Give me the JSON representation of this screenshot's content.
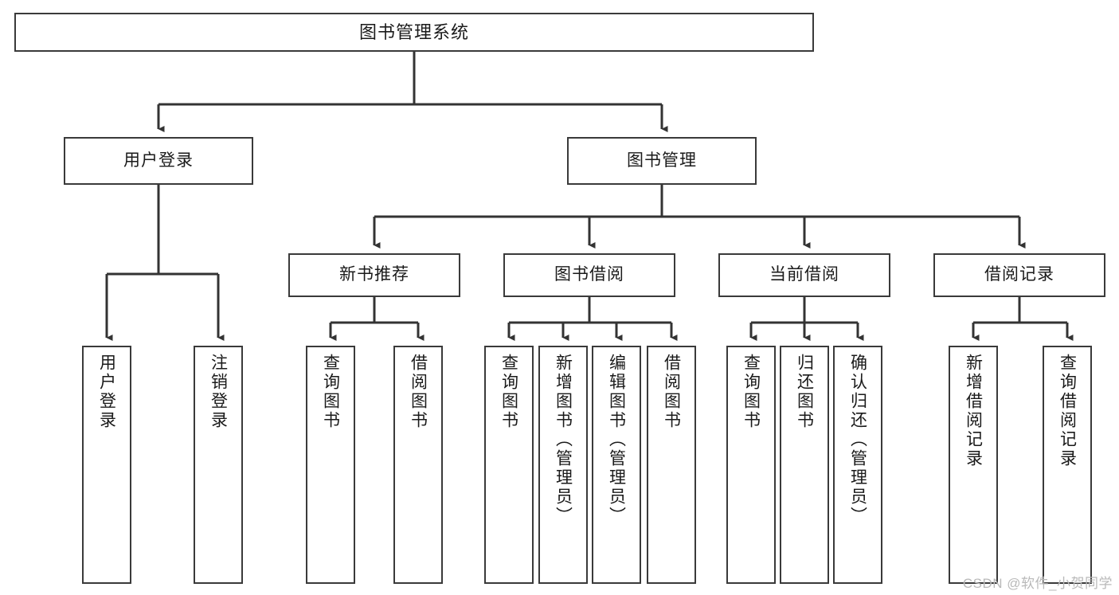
{
  "diagram": {
    "title": "图书管理系统",
    "type": "tree",
    "watermark": "CSDN @软件_小贺同学",
    "colors": {
      "box_border": "#3a3a3a",
      "box_fill": "#ffffff",
      "connector": "#333333",
      "text": "#1a1a1a",
      "watermark": "#b9b9b9"
    },
    "nodes": {
      "root": {
        "label": "图书管理系统"
      },
      "level2": [
        {
          "id": "user-login",
          "label": "用户登录"
        },
        {
          "id": "book-management",
          "label": "图书管理"
        }
      ],
      "level3": [
        {
          "id": "new-book-recommend",
          "label": "新书推荐"
        },
        {
          "id": "book-borrow",
          "label": "图书借阅"
        },
        {
          "id": "current-borrow",
          "label": "当前借阅"
        },
        {
          "id": "borrow-record",
          "label": "借阅记录"
        }
      ],
      "leaves": {
        "user_login": [
          {
            "id": "leaf-user-login",
            "label": "用户登录"
          },
          {
            "id": "leaf-user-logout",
            "label": "注销登录"
          }
        ],
        "new_book_recommend": [
          {
            "id": "leaf-query-book-1",
            "label": "查询图书"
          },
          {
            "id": "leaf-borrow-book-1",
            "label": "借阅图书"
          }
        ],
        "book_borrow": [
          {
            "id": "leaf-query-book-2",
            "label": "查询图书"
          },
          {
            "id": "leaf-add-book",
            "label": "新增图书（管理员）"
          },
          {
            "id": "leaf-edit-book",
            "label": "编辑图书（管理员）"
          },
          {
            "id": "leaf-borrow-book-2",
            "label": "借阅图书"
          }
        ],
        "current_borrow": [
          {
            "id": "leaf-query-book-3",
            "label": "查询图书"
          },
          {
            "id": "leaf-return-book",
            "label": "归还图书"
          },
          {
            "id": "leaf-confirm-return",
            "label": "确认归还（管理员）"
          }
        ],
        "borrow_record": [
          {
            "id": "leaf-add-record",
            "label": "新增借阅记录"
          },
          {
            "id": "leaf-query-record",
            "label": "查询借阅记录"
          }
        ]
      }
    }
  }
}
